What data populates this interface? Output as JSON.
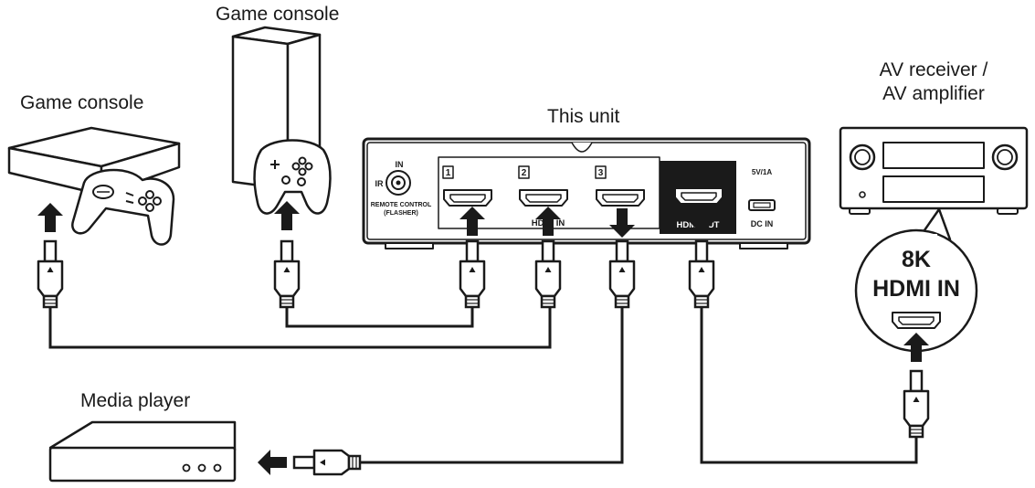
{
  "labels": {
    "game_console_left": "Game console",
    "game_console_top": "Game console",
    "this_unit": "This unit",
    "av_receiver_line1": "AV receiver /",
    "av_receiver_line2": "AV amplifier",
    "media_player": "Media player",
    "callout_line1": "8K",
    "callout_line2": "HDMI IN"
  },
  "unit_panel": {
    "in_label": "IN",
    "ir_label": "IR",
    "remote_line1": "REMOTE CONTROL",
    "remote_line2": "(FLASHER)",
    "port1": "1",
    "port2": "2",
    "port3": "3",
    "hdmi_in_label": "HDMI IN",
    "hdmi_out_label": "HDMI OUT",
    "power_label": "5V/1A",
    "dc_in_label": "DC IN"
  },
  "colors": {
    "line": "#1a1a1a",
    "fill": "#ffffff",
    "dark_panel": "#1a1a1a"
  }
}
